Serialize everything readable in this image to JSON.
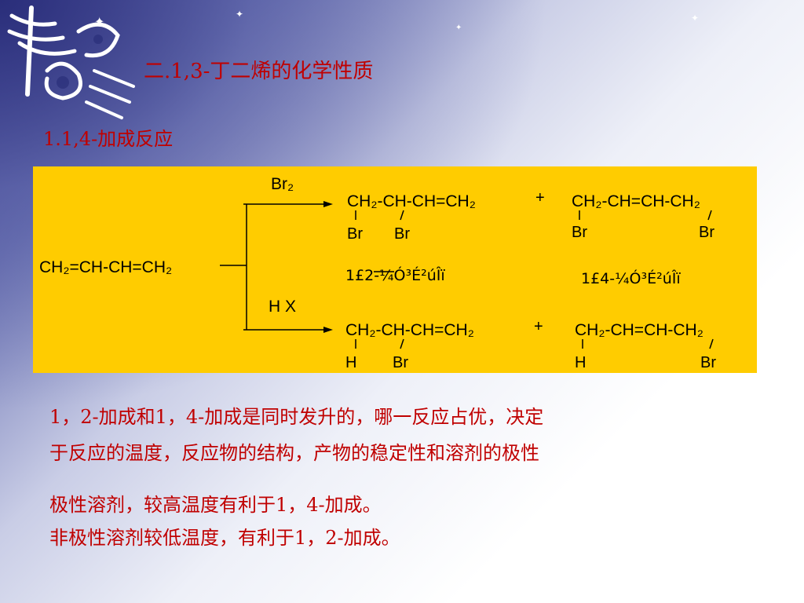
{
  "slide": {
    "title": "二.1,3-丁二烯的化学性质",
    "subtitle": "1.1,4-加成反应"
  },
  "reaction": {
    "reactant": "CH₂=CH-CH=CH₂",
    "reagent_top": "Br₂",
    "reagent_bottom": "H X",
    "br_row": {
      "p12_main": "CH₂-CH-CH=CH₂",
      "plus": "+",
      "p14_main": "CH₂-CH=CH-CH₂",
      "p12_sub1": "Br",
      "p12_sub2": "Br",
      "p14_sub1": "Br",
      "p14_sub2": "Br"
    },
    "label_12": "1£­2-¼Ó³É²úÎï",
    "label_14": "1£­4-¼Ó³É²úÎï",
    "hx_row": {
      "p12_main": "CH₂-CH-CH=CH₂",
      "plus": "+",
      "p14_main": "CH₂-CH=CH-CH₂",
      "p12_sub1": "H",
      "p12_sub2": "Br",
      "p14_sub1": "H",
      "p14_sub2": "Br"
    }
  },
  "notes": {
    "line1": "1，2-加成和1，4-加成是同时发升的，哪一反应占优，决定",
    "line2": "于反应的温度，反应物的结构，产物的稳定性和溶剂的极性",
    "line3": "极性溶剂，较高温度有利于1，4-加成。",
    "line4": "非极性溶剂较低温度，有利于1，2-加成。"
  },
  "colors": {
    "text_red": "#c00000",
    "panel_yellow": "#ffcc00",
    "header_blue": "#3b3f8f"
  }
}
